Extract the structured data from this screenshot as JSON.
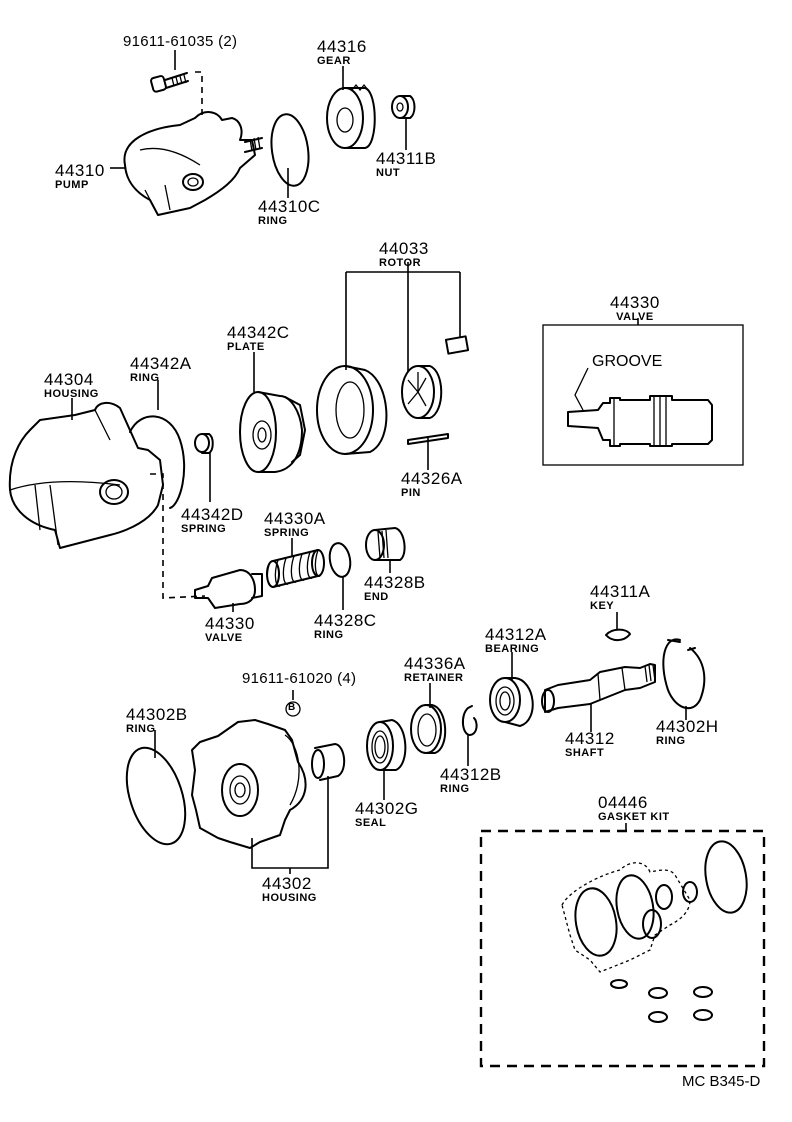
{
  "diagram": {
    "title_code": "MC B345-D",
    "parts": [
      {
        "id": "bolt-top",
        "number": "91611-61035 (2)",
        "name": ""
      },
      {
        "id": "pump",
        "number": "44310",
        "name": "PUMP"
      },
      {
        "id": "ring-44310c",
        "number": "44310C",
        "name": "RING"
      },
      {
        "id": "gear",
        "number": "44316",
        "name": "GEAR"
      },
      {
        "id": "nut",
        "number": "44311B",
        "name": "NUT"
      },
      {
        "id": "rotor",
        "number": "44033",
        "name": "ROTOR"
      },
      {
        "id": "pin",
        "number": "44326A",
        "name": "PIN"
      },
      {
        "id": "valve-detail",
        "number": "44330",
        "name": "VALVE",
        "callout": "GROOVE"
      },
      {
        "id": "housing-44304",
        "number": "44304",
        "name": "HOUSING"
      },
      {
        "id": "ring-44342a",
        "number": "44342A",
        "name": "RING"
      },
      {
        "id": "plate",
        "number": "44342C",
        "name": "PLATE"
      },
      {
        "id": "spring-44342d",
        "number": "44342D",
        "name": "SPRING"
      },
      {
        "id": "spring-44330a",
        "number": "44330A",
        "name": "SPRING"
      },
      {
        "id": "end",
        "number": "44328B",
        "name": "END"
      },
      {
        "id": "valve",
        "number": "44330",
        "name": "VALVE"
      },
      {
        "id": "ring-44328c",
        "number": "44328C",
        "name": "RING"
      },
      {
        "id": "key",
        "number": "44311A",
        "name": "KEY"
      },
      {
        "id": "bearing",
        "number": "44312A",
        "name": "BEARING"
      },
      {
        "id": "retainer",
        "number": "44336A",
        "name": "RETAINER"
      },
      {
        "id": "bolt-b",
        "number": "91611-61020 (4)",
        "name": "",
        "marker": "B"
      },
      {
        "id": "ring-44302b",
        "number": "44302B",
        "name": "RING"
      },
      {
        "id": "shaft",
        "number": "44312",
        "name": "SHAFT"
      },
      {
        "id": "ring-44302h",
        "number": "44302H",
        "name": "RING"
      },
      {
        "id": "seal",
        "number": "44302G",
        "name": "SEAL"
      },
      {
        "id": "ring-44312b",
        "number": "44312B",
        "name": "RING"
      },
      {
        "id": "housing-44302",
        "number": "44302",
        "name": "HOUSING"
      },
      {
        "id": "gasket-kit",
        "number": "04446",
        "name": "GASKET KIT"
      }
    ]
  }
}
